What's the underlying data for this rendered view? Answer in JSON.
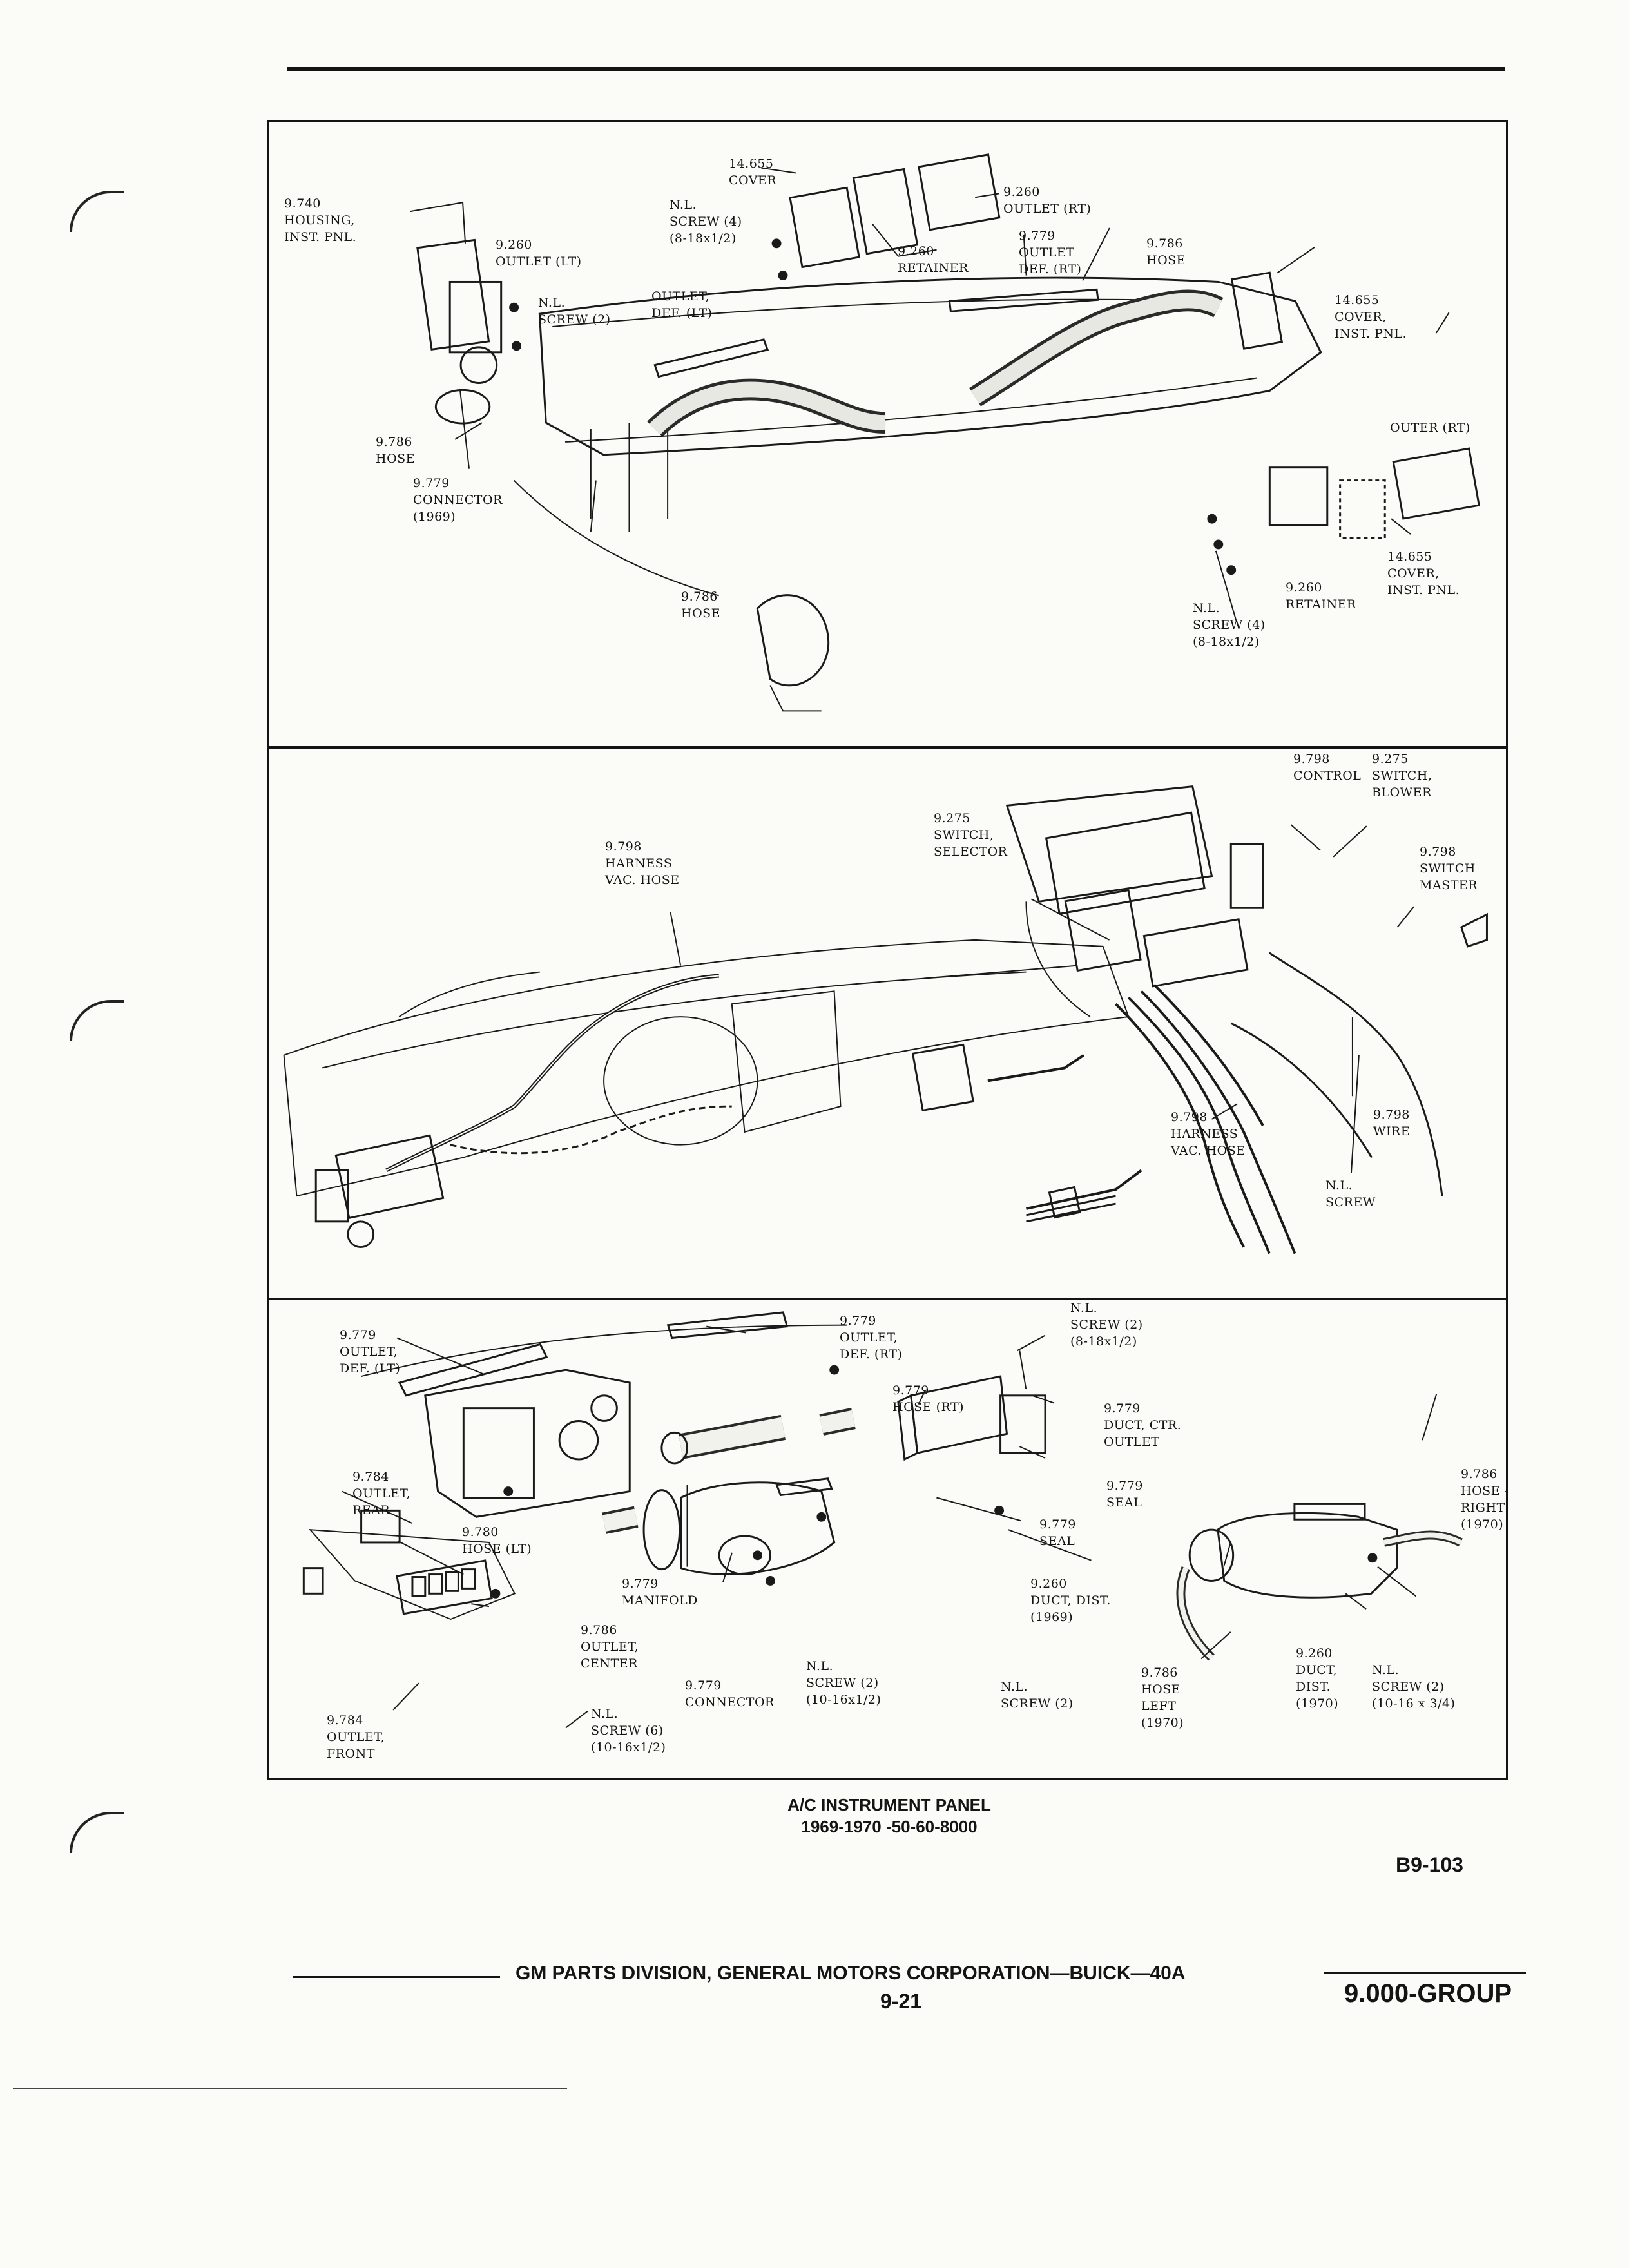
{
  "panels": [
    {
      "labels": [
        "14.655\nCOVER",
        "9.740\nHOUSING,\nINST. PNL.",
        "N.L.\nSCREW (4)\n(8-18x1/2)",
        "9.260\nOUTLET (RT)",
        "9.260\nOUTLET (LT)",
        "9.260\nRETAINER",
        "9.779\nOUTLET\nDEF. (RT)",
        "9.786\nHOSE",
        "OUTLET,\nDEF. (LT)",
        "N.L.\nSCREW (2)",
        "14.655\nCOVER,\nINST. PNL.",
        "OUTER (RT)",
        "9.786\nHOSE",
        "9.779\nCONNECTOR\n(1969)",
        "9.786\nHOSE",
        "14.655\nCOVER,\nINST. PNL.",
        "9.260\nRETAINER",
        "N.L.\nSCREW (4)\n(8-18x1/2)"
      ]
    },
    {
      "labels": [
        "9.798\nCONTROL",
        "9.275\nSWITCH,\nBLOWER",
        "9.275\nSWITCH,\nSELECTOR",
        "9.798\nHARNESS\nVAC. HOSE",
        "9.798\nSWITCH\nMASTER",
        "9.798\nHARNESS\nVAC. HOSE",
        "9.798\nWIRE",
        "N.L.\nSCREW"
      ]
    },
    {
      "labels": [
        "9.779\nOUTLET,\nDEF. (LT)",
        "9.779\nOUTLET,\nDEF. (RT)",
        "N.L.\nSCREW (2)\n(8-18x1/2)",
        "9.779\nHOSE (RT)",
        "9.779\nDUCT, CTR.\nOUTLET",
        "9.784\nOUTLET,\nREAR",
        "9.786\nHOSE -\nRIGHT\n(1970)",
        "9.779\nSEAL",
        "9.780\nHOSE (LT)",
        "9.779\nSEAL",
        "9.779\nMANIFOLD",
        "9.260\nDUCT, DIST.\n(1969)",
        "9.786\nOUTLET,\nCENTER",
        "N.L.\nSCREW (2)\n(10-16x1/2)",
        "9.779\nCONNECTOR",
        "N.L.\nSCREW (2)",
        "9.786\nHOSE\nLEFT\n(1970)",
        "9.260\nDUCT,\nDIST.\n(1970)",
        "N.L.\nSCREW (2)\n(10-16 x 3/4)",
        "9.784\nOUTLET,\nFRONT",
        "N.L.\nSCREW (6)\n(10-16x1/2)"
      ]
    }
  ],
  "caption": {
    "line1": "A/C INSTRUMENT PANEL",
    "line2": "1969-1970 -50-60-8000"
  },
  "figure_id": "B9-103",
  "footer": {
    "publisher": "GM PARTS DIVISION, GENERAL MOTORS CORPORATION—BUICK—40A",
    "page": "9-21",
    "group": "9.000-GROUP"
  }
}
